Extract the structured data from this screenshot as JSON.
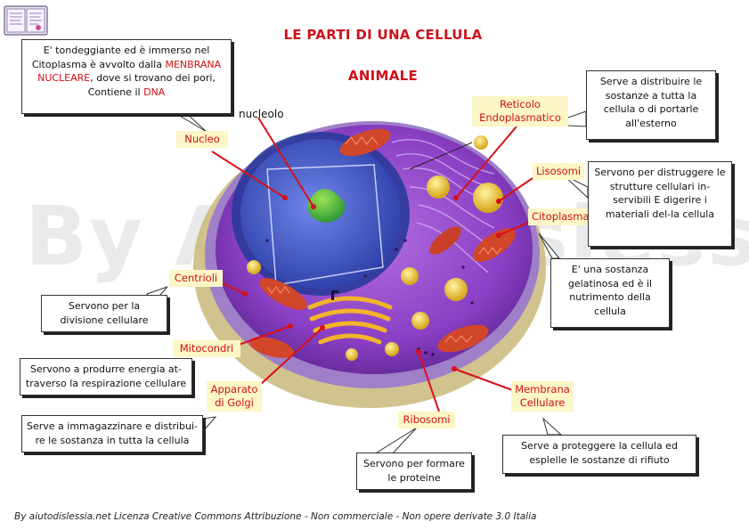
{
  "title_line1": "LE PARTI DI UNA CELLULA",
  "title_line2": "ANIMALE",
  "watermark": "By Aiutodislessia.net",
  "footer": "By aiutodislessia.net Licenza Creative Commons Attribuzione - Non commerciale - Non opere derivate 3.0 Italia",
  "labels": {
    "nucleolo": "nucleolo",
    "nucleo": "Nucleo",
    "reticolo": "Reticolo Endoplasmatico",
    "lisosomi": "Lisosomi",
    "citoplasma": "Citoplasma",
    "centrioli": "Centrioli",
    "mitocondri": "Mitocondri",
    "golgi": "Apparato di Golgi",
    "ribosomi": "Ribosomi",
    "membrana": "Membrana Cellulare"
  },
  "callouts": {
    "nucleo": {
      "part1": "E' tondeggiante ed è immerso nel Citoplasma è avvolto dalla ",
      "highlight1": "MENBRANA NUCLEARE",
      "part2": ", dove si trovano dei pori, Contiene il ",
      "highlight2": "DNA"
    },
    "reticolo": "Serve a distribuire le sostanze a tutta la cellula o di portarle all'esterno",
    "lisosomi": "Servono per distruggere le strutture cellulari in-servibili E digerire i materiali del-la cellula",
    "citoplasma": "E' una sostanza gelatinosa ed è il nutrimento della cellula",
    "centrioli": "Servono per la divisione cellulare",
    "mitocondri": "Servono a produrre energia at-traverso la respirazione cellulare",
    "golgi": "Serve a immagazzinare e distribui-re le sostanza in tutta la cellula",
    "ribosomi": "Servono per formare le proteine",
    "membrana": "Serve a proteggere la cellula ed esplelle le sostanze di rifiuto"
  },
  "colors": {
    "title": "#d0101a",
    "label_bg": "#fdf6c6",
    "pointer": "#d8101a",
    "cytoplasm": "#8a3fc4",
    "nucleus": "#3f56c8",
    "nucleolus": "#3cb23a",
    "golgi": "#f2b42a",
    "mitochondria": "#d2472a"
  },
  "icons": [
    "book-logo-icon"
  ]
}
